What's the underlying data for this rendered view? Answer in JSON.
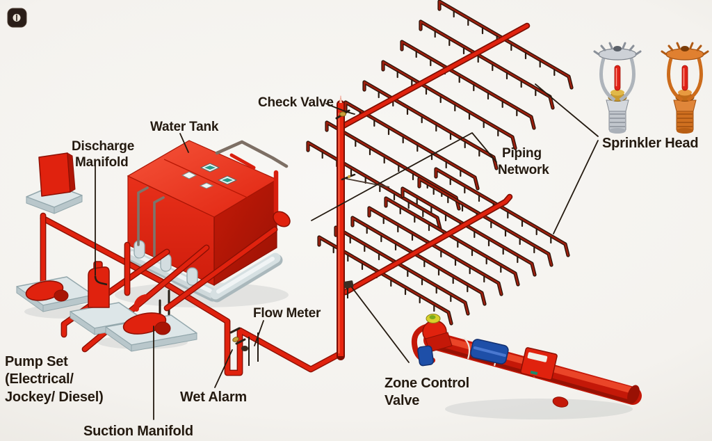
{
  "watermark": {
    "icon": "shutter-icon"
  },
  "labels": {
    "discharge_manifold": [
      "Discharge",
      "Manifold"
    ],
    "water_tank": "Water Tank",
    "check_valve": "Check Valve",
    "piping_network": [
      "Piping",
      "Network"
    ],
    "sprinkler_head": "Sprinkler Head",
    "flow_meter": "Flow Meter",
    "wet_alarm": "Wet Alarm",
    "zone_control_valve": [
      "Zone Control",
      "Valve"
    ],
    "pump_set": [
      "Pump Set",
      "(Electrical/",
      "Jockey/ Diesel)"
    ],
    "suction_manifold": "Suction Manifold"
  },
  "colors": {
    "pipe_red": "#e0220e",
    "pipe_dark_red": "#9c1f0e",
    "ink": "#241a10",
    "tank_red": "#e02410",
    "base_grey": "#ccd6d8",
    "brass": "#c8a23a",
    "gauge_blue": "#1e4fa8",
    "chrome": "#c6cbd1",
    "bronze_orange": "#d87828",
    "background": "#f4f2ee"
  }
}
